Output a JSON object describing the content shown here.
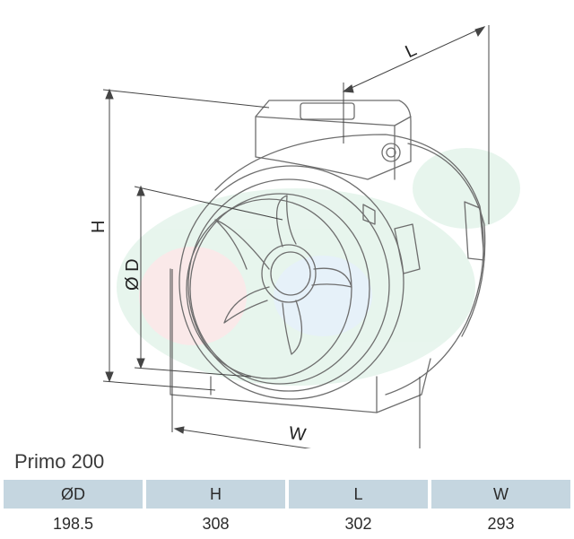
{
  "drawing": {
    "dim_labels": {
      "length": "L",
      "height": "H",
      "diameter": "Ø D",
      "width": "W"
    }
  },
  "model": {
    "name": "Primo 200"
  },
  "table": {
    "headers": [
      "ØD",
      "H",
      "L",
      "W"
    ],
    "values": [
      "198.5",
      "308",
      "302",
      "293"
    ]
  }
}
